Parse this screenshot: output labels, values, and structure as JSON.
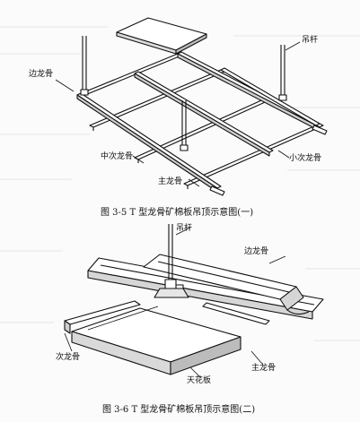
{
  "figure1": {
    "labels": {
      "hanger_rod": "吊杆",
      "edge_keel": "边龙骨",
      "middle_secondary_keel": "中次龙骨",
      "small_secondary_keel": "小次龙骨",
      "main_keel": "主龙骨"
    },
    "caption": "图 3-5   T 型龙骨矿棉板吊顶示意图(一)"
  },
  "figure2": {
    "labels": {
      "hanger_rod": "吊杆",
      "edge_keel": "边龙骨",
      "secondary_keel": "次龙骨",
      "ceiling_board": "天花板",
      "main_keel": "主龙骨"
    },
    "caption": "图 3-6   T 型龙骨矿棉板吊顶示意图(二)"
  }
}
